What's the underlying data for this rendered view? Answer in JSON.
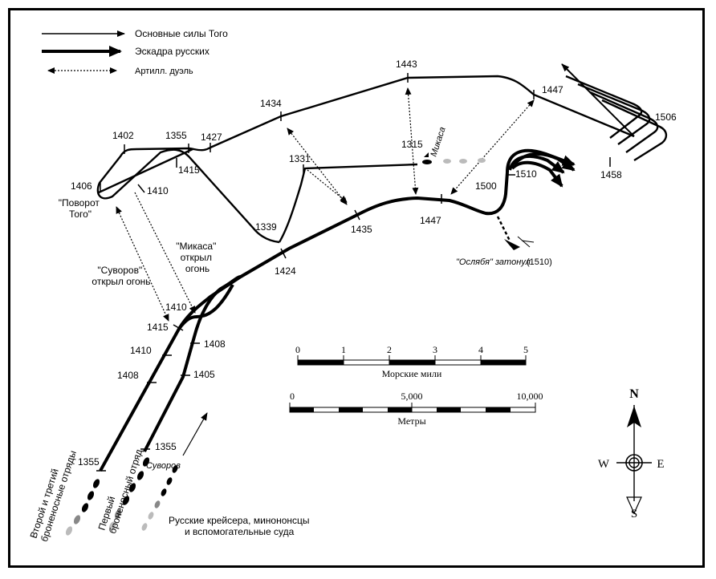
{
  "legend": {
    "togo_main": "Основные силы Того",
    "russian_squadron": "Эскадра русских",
    "artillery_duel": "Артилл. дуэль"
  },
  "times_togo": [
    "1402",
    "1355",
    "1427",
    "1434",
    "1443",
    "1447",
    "1506",
    "1458",
    "1406",
    "1415",
    "1410",
    "1331",
    "1339"
  ],
  "times_russian": [
    "1315",
    "1500",
    "1510",
    "1447",
    "1435",
    "1424",
    "1410",
    "1415",
    "1408",
    "1405",
    "1410",
    "1408",
    "1355",
    "1355"
  ],
  "annotations": {
    "togo_turn": "\"Поворот\nТого\"",
    "mikasa_fire": "\"Микаса\"\nоткрыл\nогонь",
    "suvorov_fire": "\"Суворов\"\nоткрыл огонь",
    "oslyabya_sunk": "\"Ослябя\" затонул",
    "oslyabya_time": "(1510)",
    "mikasa": "Микаса",
    "suvorov": "Суворов",
    "second_third": "Второй и третий\nброненосные отряды",
    "first_detachment": "Первый\nброненосный отряд",
    "cruisers": "Русские крейсера, минононсцы\nи вспомогательные суда"
  },
  "scales": {
    "nautical_title": "Морские мили",
    "nautical_ticks": [
      "0",
      "1",
      "2",
      "3",
      "4",
      "5"
    ],
    "meters_title": "Метры",
    "meters_ticks": [
      "0",
      "5,000",
      "10,000"
    ]
  },
  "compass": {
    "n": "N",
    "s": "S",
    "w": "W",
    "e": "E"
  }
}
